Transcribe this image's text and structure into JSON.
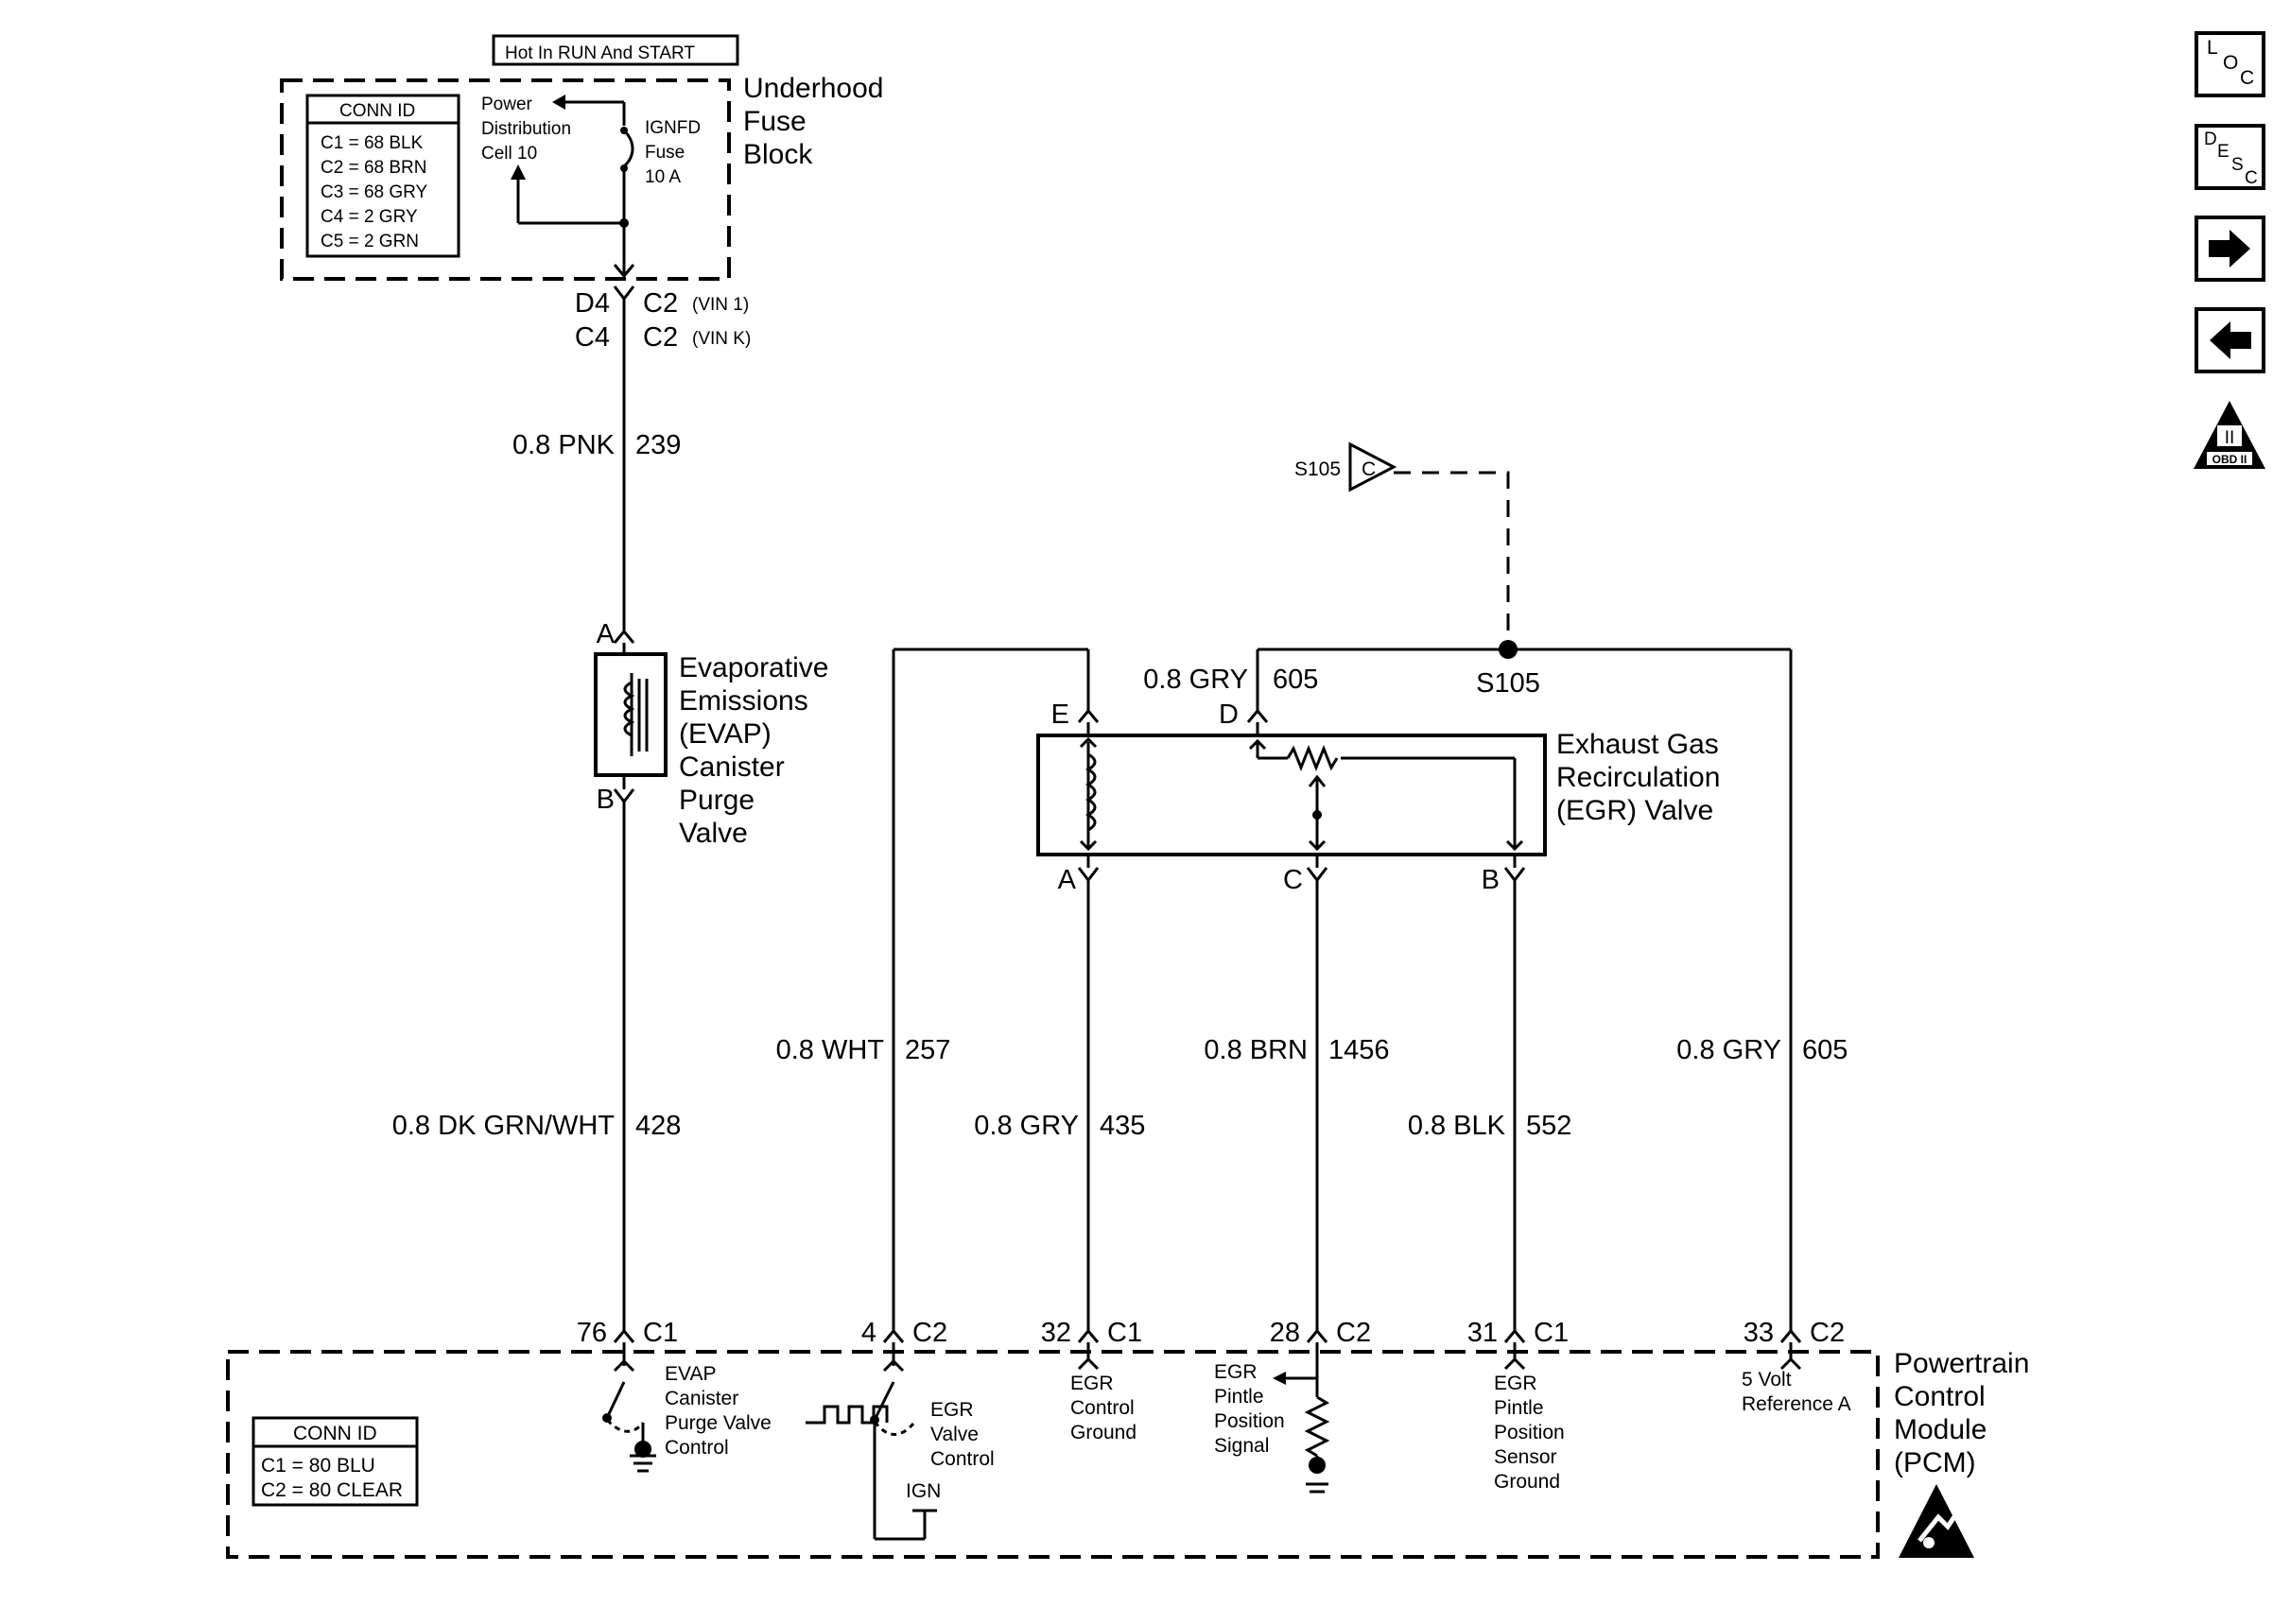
{
  "top_label": "Hot In RUN And START",
  "fuse_block": {
    "title_lines": [
      "Underhood",
      "Fuse",
      "Block"
    ],
    "conn_title": "CONN ID",
    "conn_rows": [
      "C1 = 68 BLK",
      "C2 = 68 BRN",
      "C3 = 68 GRY",
      "C4 = 2 GRY",
      "C5 = 2 GRN"
    ],
    "power_dist_lines": [
      "Power",
      "Distribution",
      "Cell 10"
    ],
    "fuse_lines": [
      "IGNFD",
      "Fuse",
      "10 A"
    ]
  },
  "fuse_outputs": [
    {
      "pin": "D4",
      "conn": "C2",
      "vin": "(VIN 1)"
    },
    {
      "pin": "C4",
      "conn": "C2",
      "vin": "(VIN K)"
    }
  ],
  "wires": {
    "pnk": {
      "color": "0.8 PNK",
      "circuit": "239"
    },
    "evap_out": {
      "color": "0.8 DK GRN/WHT",
      "circuit": "428"
    },
    "wht": {
      "color": "0.8 WHT",
      "circuit": "257"
    },
    "gry_a": {
      "color": "0.8 GRY",
      "circuit": "435"
    },
    "brn": {
      "color": "0.8 BRN",
      "circuit": "1456"
    },
    "blk": {
      "color": "0.8 BLK",
      "circuit": "552"
    },
    "gry_ref": {
      "color": "0.8 GRY",
      "circuit": "605"
    },
    "gry_d": {
      "color": "0.8 GRY",
      "circuit": "605"
    }
  },
  "splice": {
    "ref": "S105",
    "tag": "C",
    "label": "S105"
  },
  "evap_valve": {
    "pin_a": "A",
    "pin_b": "B",
    "name_lines": [
      "Evaporative",
      "Emissions",
      "(EVAP)",
      "Canister",
      "Purge",
      "Valve"
    ]
  },
  "egr_valve": {
    "pins": {
      "e": "E",
      "d": "D",
      "a": "A",
      "c": "C",
      "b": "B"
    },
    "name_lines": [
      "Exhaust Gas",
      "Recirculation",
      "(EGR) Valve"
    ]
  },
  "pcm": {
    "name_lines": [
      "Powertrain",
      "Control",
      "Module",
      "(PCM)"
    ],
    "conn_title": "CONN ID",
    "conn_rows": [
      "C1 = 80 BLU",
      "C2 = 80 CLEAR"
    ],
    "ign_label": "IGN",
    "pins": [
      {
        "num": "76",
        "conn": "C1",
        "lines": [
          "EVAP",
          "Canister",
          "Purge Valve",
          "Control"
        ]
      },
      {
        "num": "4",
        "conn": "C2",
        "lines": [
          "EGR",
          "Valve",
          "Control"
        ]
      },
      {
        "num": "32",
        "conn": "C1",
        "lines": [
          "EGR",
          "Control",
          "Ground"
        ]
      },
      {
        "num": "28",
        "conn": "C2",
        "lines": [
          "EGR",
          "Pintle",
          "Position",
          "Signal"
        ]
      },
      {
        "num": "31",
        "conn": "C1",
        "lines": [
          "EGR",
          "Pintle",
          "Position",
          "Sensor",
          "Ground"
        ]
      },
      {
        "num": "33",
        "conn": "C2",
        "lines": [
          "5 Volt",
          "Reference A"
        ]
      }
    ]
  },
  "nav": {
    "loc": [
      "L",
      "O",
      "C"
    ],
    "desc": [
      "D",
      "E",
      "S",
      "C"
    ],
    "obd_numeral": "II",
    "obd_text": "OBD II"
  }
}
